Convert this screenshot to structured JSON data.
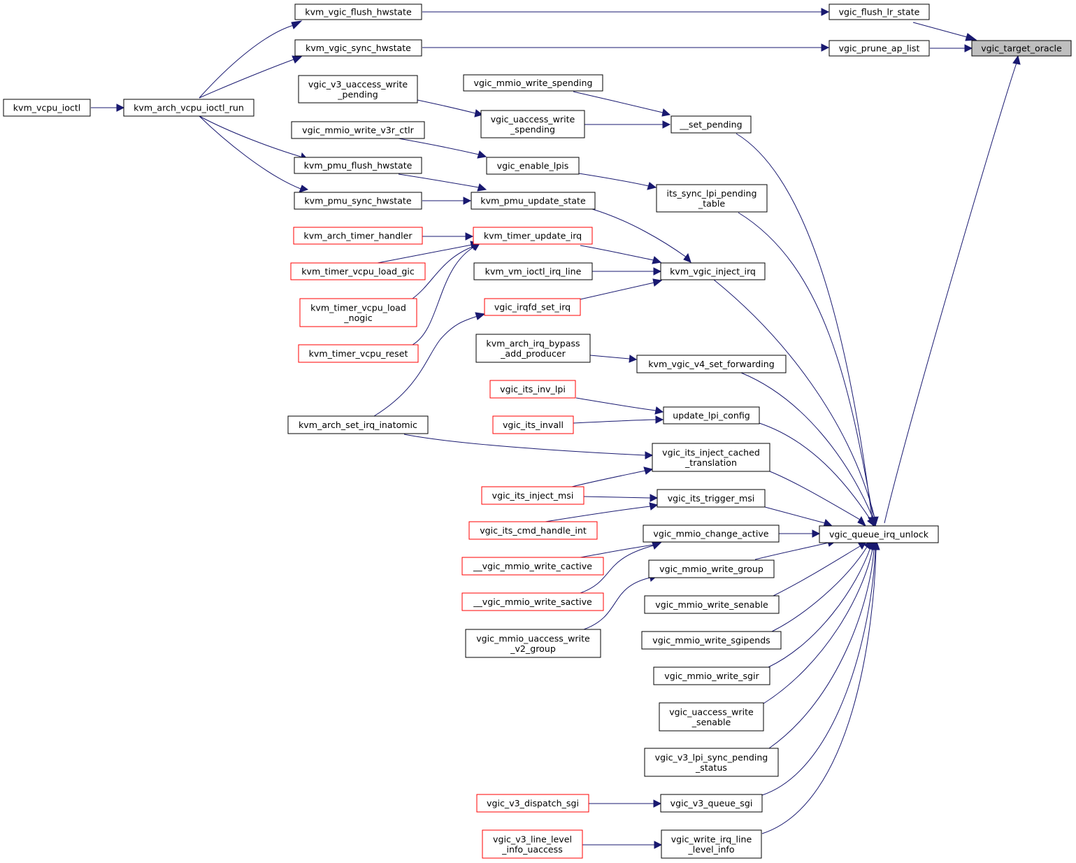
{
  "colors": {
    "edge": "#191970",
    "external_border": "#ff0000",
    "current_fill": "#bfbfbf"
  },
  "nodes": {
    "vgic_target_oracle": "vgic_target_oracle",
    "vgic_flush_lr_state": "vgic_flush_lr_state",
    "vgic_prune_ap_list": "vgic_prune_ap_list",
    "vgic_queue_irq_unlock": "vgic_queue_irq_unlock",
    "kvm_vgic_flush_hwstate": "kvm_vgic_flush_hwstate",
    "kvm_vgic_sync_hwstate": "kvm_vgic_sync_hwstate",
    "kvm_arch_vcpu_ioctl_run": "kvm_arch_vcpu_ioctl_run",
    "kvm_vcpu_ioctl": "kvm_vcpu_ioctl",
    "vgic_v3_uaccess_write_pending": [
      "vgic_v3_uaccess_write",
      "_pending"
    ],
    "vgic_mmio_write_spending": "vgic_mmio_write_spending",
    "vgic_uaccess_write_spending": [
      "vgic_uaccess_write",
      "_spending"
    ],
    "set_pending": "__set_pending",
    "vgic_mmio_write_v3r_ctlr": "vgic_mmio_write_v3r_ctlr",
    "vgic_enable_lpis": "vgic_enable_lpis",
    "its_sync_lpi_pending_table": [
      "its_sync_lpi_pending",
      "_table"
    ],
    "kvm_pmu_flush_hwstate": "kvm_pmu_flush_hwstate",
    "kvm_pmu_sync_hwstate": "kvm_pmu_sync_hwstate",
    "kvm_pmu_update_state": "kvm_pmu_update_state",
    "kvm_arch_timer_handler": "kvm_arch_timer_handler",
    "kvm_timer_update_irq": "kvm_timer_update_irq",
    "kvm_timer_vcpu_load_gic": "kvm_timer_vcpu_load_gic",
    "kvm_vm_ioctl_irq_line": "kvm_vm_ioctl_irq_line",
    "kvm_vgic_inject_irq": "kvm_vgic_inject_irq",
    "kvm_timer_vcpu_load_nogic": [
      "kvm_timer_vcpu_load",
      "_nogic"
    ],
    "vgic_irqfd_set_irq": "vgic_irqfd_set_irq",
    "kvm_timer_vcpu_reset": "kvm_timer_vcpu_reset",
    "kvm_arch_irq_bypass_add_producer": [
      "kvm_arch_irq_bypass",
      "_add_producer"
    ],
    "kvm_vgic_v4_set_forwarding": "kvm_vgic_v4_set_forwarding",
    "vgic_its_inv_lpi": "vgic_its_inv_lpi",
    "update_lpi_config": "update_lpi_config",
    "vgic_its_invall": "vgic_its_invall",
    "kvm_arch_set_irq_inatomic": "kvm_arch_set_irq_inatomic",
    "vgic_its_inject_cached_translation": [
      "vgic_its_inject_cached",
      "_translation"
    ],
    "vgic_its_inject_msi": "vgic_its_inject_msi",
    "vgic_its_trigger_msi": "vgic_its_trigger_msi",
    "vgic_its_cmd_handle_int": "vgic_its_cmd_handle_int",
    "vgic_mmio_change_active": "vgic_mmio_change_active",
    "vgic_mmio_write_cactive": "__vgic_mmio_write_cactive",
    "vgic_mmio_write_group": "vgic_mmio_write_group",
    "vgic_mmio_write_sactive": "__vgic_mmio_write_sactive",
    "vgic_mmio_write_senable": "vgic_mmio_write_senable",
    "vgic_mmio_uaccess_write_v2_group": [
      "vgic_mmio_uaccess_write",
      "_v2_group"
    ],
    "vgic_mmio_write_sgipends": "vgic_mmio_write_sgipends",
    "vgic_mmio_write_sgir": "vgic_mmio_write_sgir",
    "vgic_uaccess_write_senable": [
      "vgic_uaccess_write",
      "_senable"
    ],
    "vgic_v3_lpi_sync_pending_status": [
      "vgic_v3_lpi_sync_pending",
      "_status"
    ],
    "vgic_v3_dispatch_sgi": "vgic_v3_dispatch_sgi",
    "vgic_v3_queue_sgi": "vgic_v3_queue_sgi",
    "vgic_v3_line_level_info_uaccess": [
      "vgic_v3_line_level",
      "_info_uaccess"
    ],
    "vgic_write_irq_line_level_info": [
      "vgic_write_irq_line",
      "_level_info"
    ]
  }
}
